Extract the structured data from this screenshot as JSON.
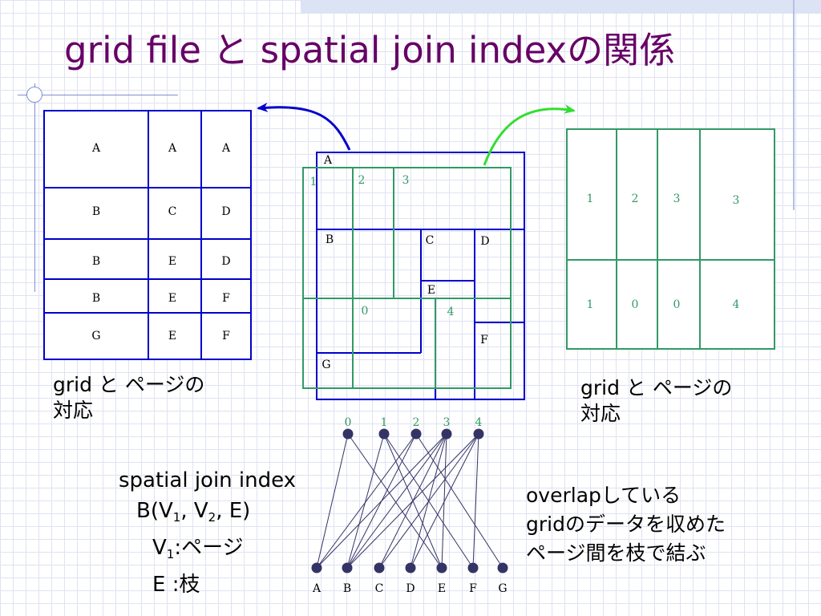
{
  "title": "grid file と spatial join indexの関係",
  "left_grid": {
    "cells": [
      [
        "A",
        "A",
        "A"
      ],
      [
        "B",
        "C",
        "D"
      ],
      [
        "B",
        "E",
        "D"
      ],
      [
        "B",
        "E",
        "F"
      ],
      [
        "G",
        "E",
        "F"
      ]
    ]
  },
  "left_caption": [
    "grid と ページの",
    "対応"
  ],
  "right_grid": {
    "cells": [
      [
        "1",
        "2",
        "3",
        "3"
      ],
      [
        "1",
        "0",
        "0",
        "4"
      ]
    ]
  },
  "right_caption": [
    "grid と ページの",
    "対応"
  ],
  "center_overlay": {
    "blue_labels": [
      "A",
      "B",
      "C",
      "D",
      "E",
      "F",
      "G"
    ],
    "green_labels": [
      "1",
      "2",
      "3",
      "0",
      "4"
    ]
  },
  "spatial_join": {
    "title": "spatial join index",
    "def_pre": "B(V",
    "def_sub1": "1",
    "def_mid": ", V",
    "def_sub2": "2",
    "def_post": ", E)",
    "v1_pre": "V",
    "v1_sub": "1",
    "v1_post": ":ページ",
    "e_line": "E :枝"
  },
  "overlap_text": [
    "overlapしている",
    "gridのデータを収めた",
    "ページ間を枝で結ぶ"
  ],
  "graph": {
    "top_nodes": [
      "0",
      "1",
      "2",
      "3",
      "4"
    ],
    "bottom_nodes": [
      "A",
      "B",
      "C",
      "D",
      "E",
      "F",
      "G"
    ],
    "edges": [
      [
        "0",
        "A"
      ],
      [
        "0",
        "E"
      ],
      [
        "1",
        "B"
      ],
      [
        "1",
        "E"
      ],
      [
        "1",
        "F"
      ],
      [
        "2",
        "A"
      ],
      [
        "2",
        "B"
      ],
      [
        "2",
        "G"
      ],
      [
        "3",
        "A"
      ],
      [
        "3",
        "B"
      ],
      [
        "3",
        "C"
      ],
      [
        "3",
        "D"
      ],
      [
        "3",
        "E"
      ],
      [
        "4",
        "B"
      ],
      [
        "4",
        "C"
      ],
      [
        "4",
        "D"
      ],
      [
        "4",
        "F"
      ]
    ]
  },
  "colors": {
    "title": "#660066",
    "blue": "#0000cc",
    "green": "#339966",
    "arrow_green": "#33dd33",
    "graph": "#333366"
  }
}
